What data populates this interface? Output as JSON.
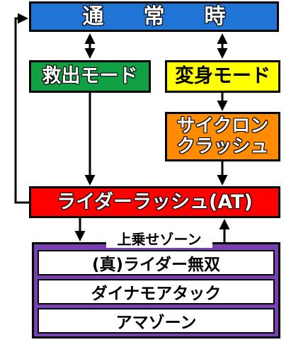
{
  "nodes": {
    "normal": "通常時",
    "rescue": "救出モード",
    "henshin": "変身モード",
    "cyclone_line1": "サイクロン",
    "cyclone_line2": "クラッシュ",
    "rider_rush": "ライダーラッシュ(AT)"
  },
  "uwanose": {
    "label": "上乗せゾーン",
    "items": [
      "(真)ライダー無双",
      "ダイナモアタック",
      "アマゾーン"
    ]
  },
  "colors": {
    "normal": "#1f74d6",
    "rescue": "#12a044",
    "henshin": "#ffff00",
    "cyclone": "#ff8c00",
    "rider_rush": "#ff0000",
    "uwanose_frame": "#7a3fb3"
  }
}
